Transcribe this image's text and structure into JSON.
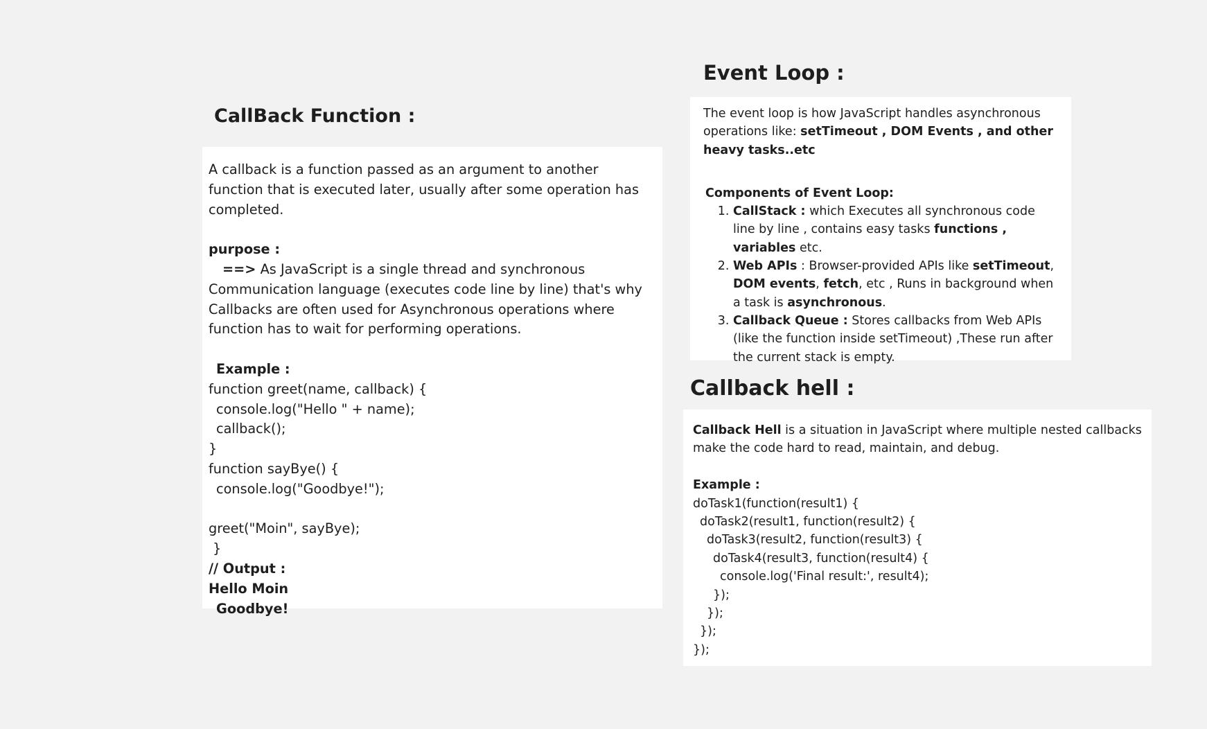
{
  "callback_function": {
    "title": "CallBack Function :",
    "intro": "A callback is a function passed as an argument to another function that is executed later, usually after some operation has completed.",
    "purpose_label": "purpose :",
    "purpose_arrow": "==>",
    "purpose_text": " As JavaScript is a single thread and synchronous Communication language (executes code line by line) that's why Callbacks are often used for Asynchronous operations where function has to wait for performing operations.",
    "example_label": "Example :",
    "code": [
      "function greet(name, callback) {",
      "console.log(\"Hello \" + name);",
      "callback();",
      "}",
      "function sayBye() {",
      "console.log(\"Goodbye!\");",
      "greet(\"Moin\", sayBye);",
      "}"
    ],
    "output_label": "// Output :",
    "output_lines": [
      "Hello Moin",
      "Goodbye!"
    ]
  },
  "event_loop": {
    "title": "Event Loop :",
    "intro": "The event loop is how JavaScript handles asynchronous operations like: ",
    "intro_bold": "setTimeout , DOM Events , and other heavy tasks..etc",
    "components_label": "Components of Event Loop:",
    "items": [
      {
        "term": "CallStack :",
        "text_a": " which Executes all synchronous code line by line , contains easy tasks ",
        "bold_b": "functions , variables",
        "text_c": " etc."
      },
      {
        "term": "Web APIs",
        "text_a": " : Browser-provided APIs like ",
        "bold_b": "setTimeout",
        "text_c": ", ",
        "bold_d": "DOM events",
        "text_e": ", ",
        "bold_f": "fetch",
        "text_g": ", etc , Runs in background when a task is ",
        "bold_h": "asynchronous",
        "text_i": "."
      },
      {
        "term": "Callback Queue :",
        "text_a": " Stores callbacks from Web APIs (like the function inside setTimeout) ,These run after the current stack is empty."
      }
    ]
  },
  "callback_hell": {
    "title": "Callback hell :",
    "intro_bold": "Callback Hell",
    "intro": " is a situation in JavaScript where multiple nested callbacks make the code hard to read, maintain, and debug.",
    "example_label": "Example :",
    "code": [
      "doTask1(function(result1) {",
      "doTask2(result1, function(result2) {",
      "doTask3(result2, function(result3) {",
      "doTask4(result3, function(result4) {",
      "console.log('Final result:', result4);",
      "});",
      "});",
      "});",
      "});"
    ]
  }
}
